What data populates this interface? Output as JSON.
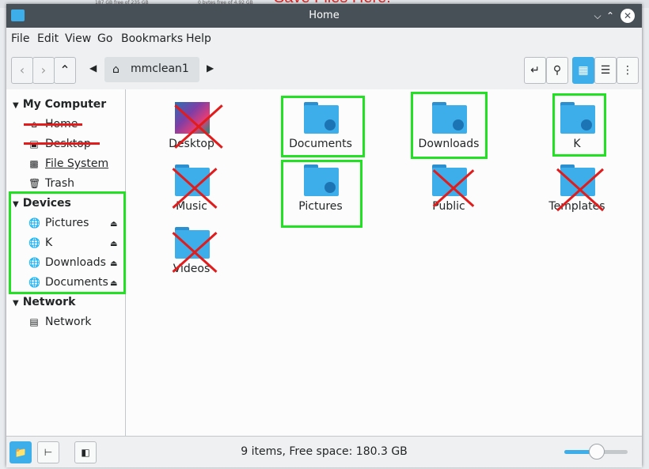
{
  "background": {
    "free_left": "187 GB free of 235 GB",
    "free_right": "0 bytes free of 4.92 GB",
    "overlay_text": "Save Files Here!"
  },
  "window": {
    "title": "Home"
  },
  "menu": [
    "File",
    "Edit",
    "View",
    "Go",
    "Bookmarks",
    "Help"
  ],
  "breadcrumb": {
    "current": "mmclean1"
  },
  "sidebar": {
    "sections": [
      {
        "title": "My Computer",
        "items": [
          "Home",
          "Desktop",
          "File System",
          "Trash"
        ]
      },
      {
        "title": "Devices",
        "items": [
          "Pictures",
          "K",
          "Downloads",
          "Documents"
        ]
      },
      {
        "title": "Network",
        "items": [
          "Network"
        ]
      }
    ]
  },
  "files": [
    {
      "name": "Desktop",
      "type": "wallpaper",
      "marked": "crossed"
    },
    {
      "name": "Documents",
      "type": "folder",
      "marked": "highlighted"
    },
    {
      "name": "Downloads",
      "type": "folder",
      "marked": "highlighted"
    },
    {
      "name": "K",
      "type": "folder",
      "marked": "highlighted"
    },
    {
      "name": "Music",
      "type": "folder",
      "marked": "crossed"
    },
    {
      "name": "Pictures",
      "type": "folder",
      "marked": "highlighted"
    },
    {
      "name": "Public",
      "type": "folder",
      "marked": "crossed"
    },
    {
      "name": "Templates",
      "type": "folder",
      "marked": "crossed"
    },
    {
      "name": "Videos",
      "type": "folder",
      "marked": "crossed"
    }
  ],
  "status": {
    "text": "9 items, Free space: 180.3 GB",
    "zoom_fraction": 0.5
  },
  "colors": {
    "accent": "#3daee9",
    "highlight": "#22e022",
    "cross": "#e01c1c",
    "titlebar": "#475057"
  }
}
